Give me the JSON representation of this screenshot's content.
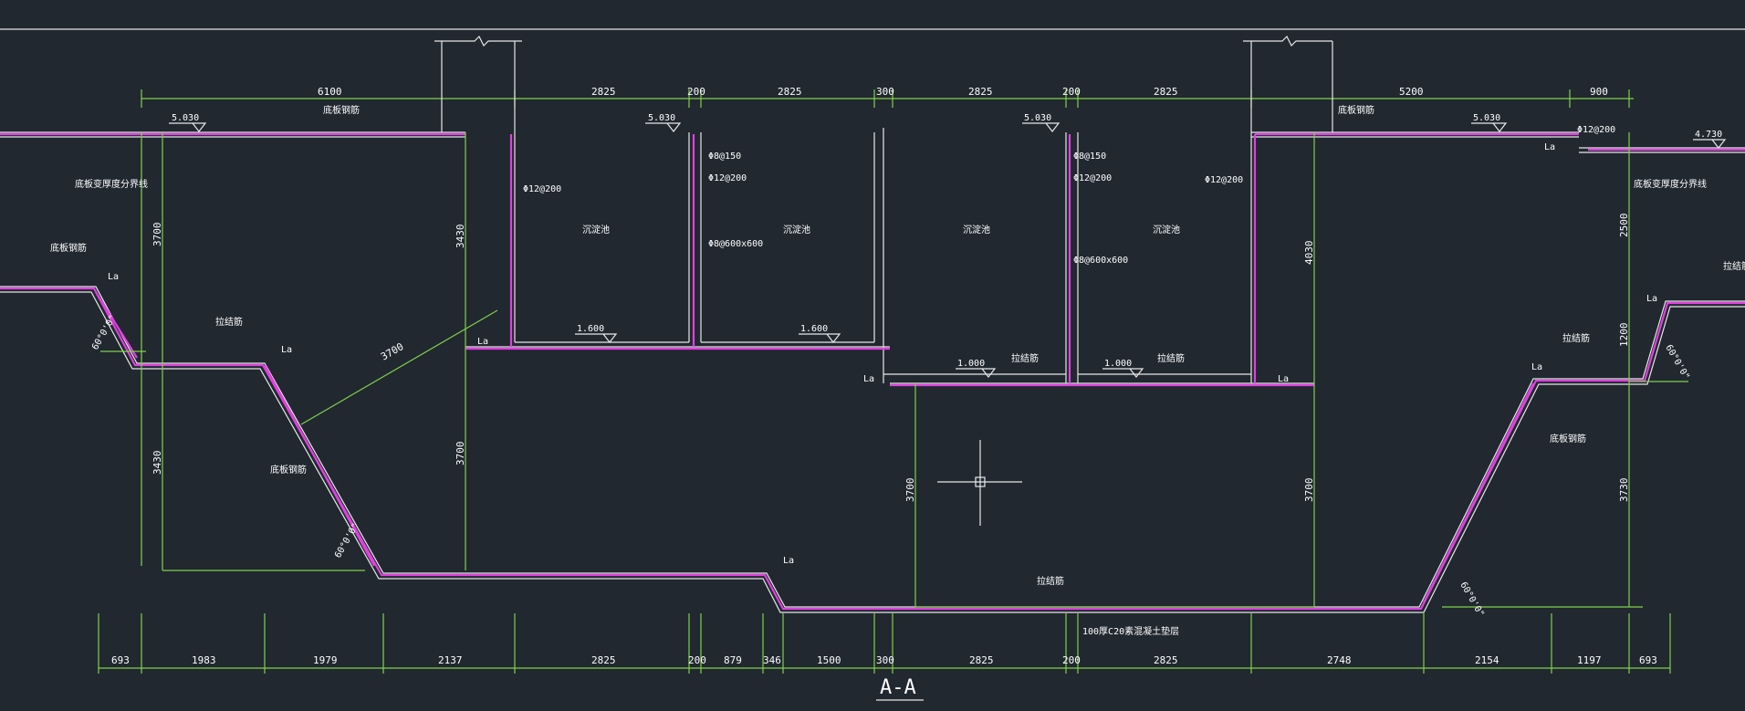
{
  "drawing": {
    "title": "A-A",
    "colors": {
      "background": "#212830",
      "dimension": "#7fd14a",
      "outline": "#e8e8e8",
      "rebar": "#e040e0",
      "text": "#ffffff"
    },
    "top_dims": [
      "6100",
      "2825",
      "200",
      "2825",
      "300",
      "2825",
      "200",
      "2825",
      "5200",
      "900"
    ],
    "bottom_dims": [
      "693",
      "1983",
      "1979",
      "2137",
      "2825",
      "200",
      "879",
      "346",
      "1500",
      "300",
      "2825",
      "200",
      "2825",
      "2748",
      "2154",
      "1197",
      "693"
    ],
    "vertical_dims": [
      "3700",
      "3430",
      "3430",
      "3700",
      "3700",
      "4030",
      "3700",
      "2500",
      "1200",
      "3730"
    ],
    "inclined_dim": "3700",
    "elevations": [
      "5.030",
      "5.030",
      "5.030",
      "5.030",
      "4.730",
      "1.600",
      "1.600",
      "1.000",
      "1.000"
    ],
    "angles": [
      "60°0'0\"",
      "60°0'0\"",
      "60°0'0\"",
      "60°0'0\""
    ],
    "rebar_labels": [
      "Φ12@200",
      "Φ8@150",
      "Φ12@200",
      "Φ8@600x600",
      "Φ8@150",
      "Φ12@200",
      "Φ8@600x600",
      "Φ12@200",
      "Φ12@200"
    ],
    "anchor_label": "La",
    "room_labels": [
      "沉淀池",
      "沉淀池",
      "沉淀池",
      "沉淀池"
    ],
    "notes": {
      "left_thickness_line": "底板变厚度分界线",
      "right_thickness_line": "底板变厚度分界线",
      "slab_rebar": "底板钢筋",
      "wall_rebar": "底板钢筋",
      "cushion": "100厚C20素混凝土垫层",
      "tie": "拉结筋"
    }
  }
}
